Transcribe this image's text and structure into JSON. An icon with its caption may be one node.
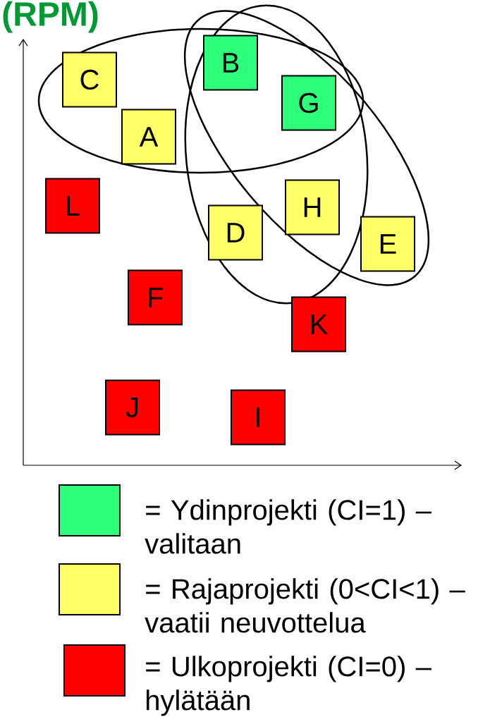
{
  "diagram": {
    "title": "(RPM)",
    "nodes": [
      {
        "text": [
          "C"
        ]
      },
      {
        "text": [
          "B"
        ]
      },
      {
        "text": [
          "G"
        ]
      },
      {
        "text": [
          "A"
        ]
      },
      {
        "text": [
          "L"
        ]
      },
      {
        "text": [
          "H"
        ]
      },
      {
        "text": [
          "D"
        ]
      },
      {
        "text": [
          "E"
        ]
      },
      {
        "text": [
          "F"
        ]
      },
      {
        "text": [
          "K"
        ]
      },
      {
        "text": [
          "J"
        ]
      },
      {
        "text": [
          "I"
        ]
      }
    ],
    "legend": [
      {
        "text": "= Ydinprojekti (CI=1) – valitaan",
        "color": "#2eff7a"
      },
      {
        "text": "= Rajaprojekti (0<CI<1) – vaatii neuvottelua",
        "color": "#ffff66"
      },
      {
        "text": "= Ulkoprojekti (CI=0) – hylätään",
        "color": "#ff0000"
      }
    ]
  }
}
